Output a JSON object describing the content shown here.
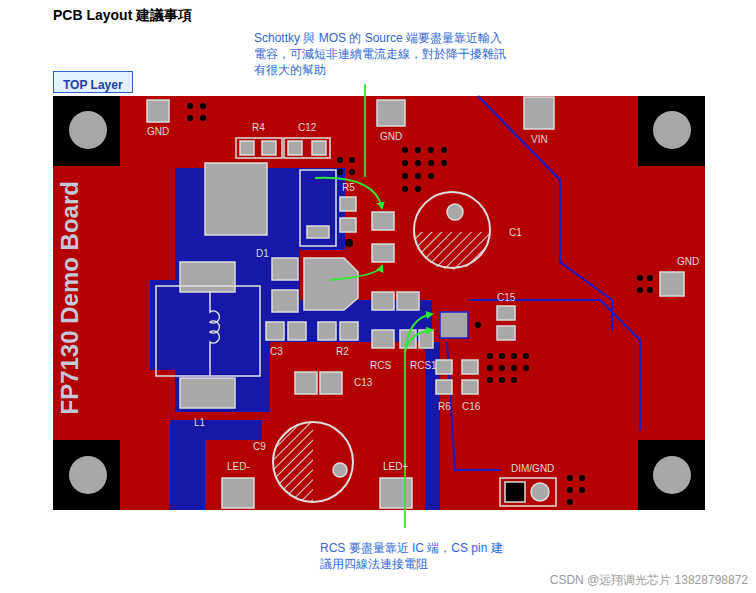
{
  "diagram": {
    "title": "PCB Layout 建議事項",
    "nodes": [
      {
        "text": [
          "TOP Layer"
        ]
      }
    ],
    "labels": [
      "Schottky 與 MOS 的 Source 端要盡量靠近輸入電容，可減短非連續電流走線，對於降干擾雜訊有很大的幫助",
      "RCS 要盡量靠近 IC 端，CS pin 建議用四線法連接電阻",
      "FP7130 Demo Board",
      "GND",
      "R4",
      "C12",
      "GND",
      "VIN",
      "R5",
      "D1",
      "C1",
      "GND",
      "C15",
      "C3",
      "R2",
      "RCS",
      "RCS1",
      "C13",
      "R6",
      "C16",
      "L1",
      "C9",
      "LED-",
      "LED+",
      "DIM/GND",
      "CSDN @远翔调光芯片 13828798872"
    ]
  }
}
